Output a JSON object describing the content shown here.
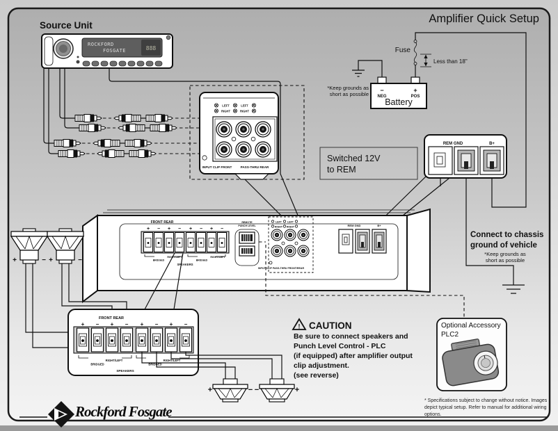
{
  "title": "Amplifier Quick Setup",
  "source_unit": {
    "label": "Source Unit",
    "display_line1": "ROCKFORD",
    "display_line2": "FOSGATE",
    "display_digits": "888"
  },
  "battery": {
    "label": "Battery",
    "minus": "−",
    "neg": "NEG",
    "plus": "+",
    "pos": "POS",
    "fuse_label": "Fuse",
    "length_note": "Less than 18\"",
    "ground_note_line1": "*Keep grounds as",
    "ground_note_line2": "short as possible"
  },
  "switched_note": {
    "line1": "Switched 12V",
    "line2": "to REM"
  },
  "power_detail": {
    "rem_gnd_label": "REM GND",
    "bplus_label": "B+"
  },
  "chassis_note": {
    "line1": "Connect to chassis",
    "line2": "ground of vehicle",
    "sub_line1": "*Keep grounds as",
    "sub_line2": "short as possible"
  },
  "amp": {
    "front_rear": "FRONT REAR",
    "bridged": "BRIDGED",
    "right_left": "RIGHT/LEFT",
    "speakers": "SPEAKERS",
    "remote_line1": "REMOTE",
    "remote_line2": "PUNCH LEVEL",
    "left": "LEFT",
    "right": "RIGHT",
    "input_label": "INPUT CLIP PASS-THRU FRONT/REAR",
    "rem_gnd_label": "REM GND",
    "bplus_label": "B+"
  },
  "input_detail": {
    "left": "LEFT",
    "right": "RIGHT",
    "bottom_left_label": "INPUT CLIP FRONT",
    "bottom_right_label": "PASS-THRU REAR"
  },
  "speaker_detail": {
    "front_rear": "FRONT REAR",
    "bridged": "BRIDGED",
    "right_left": "RIGHT/LEFT",
    "speakers": "SPEAKERS"
  },
  "caution": {
    "heading": "CAUTION",
    "lines": [
      "Be sure to connect speakers and",
      "Punch Level Control - PLC",
      "(if equipped) after amplifier output",
      "clip adjustment.",
      "(see reverse)"
    ]
  },
  "plc2": {
    "line1": "Optional Accessory",
    "line2": "PLC2"
  },
  "footnote": "* Specifications subject to change without notice. Images depict typical setup. Refer to manual for additional wiring options.",
  "logo_text": "Rockford Fosgate",
  "glyphs": {
    "plus": "+",
    "minus": "−",
    "exclamation": "!"
  }
}
